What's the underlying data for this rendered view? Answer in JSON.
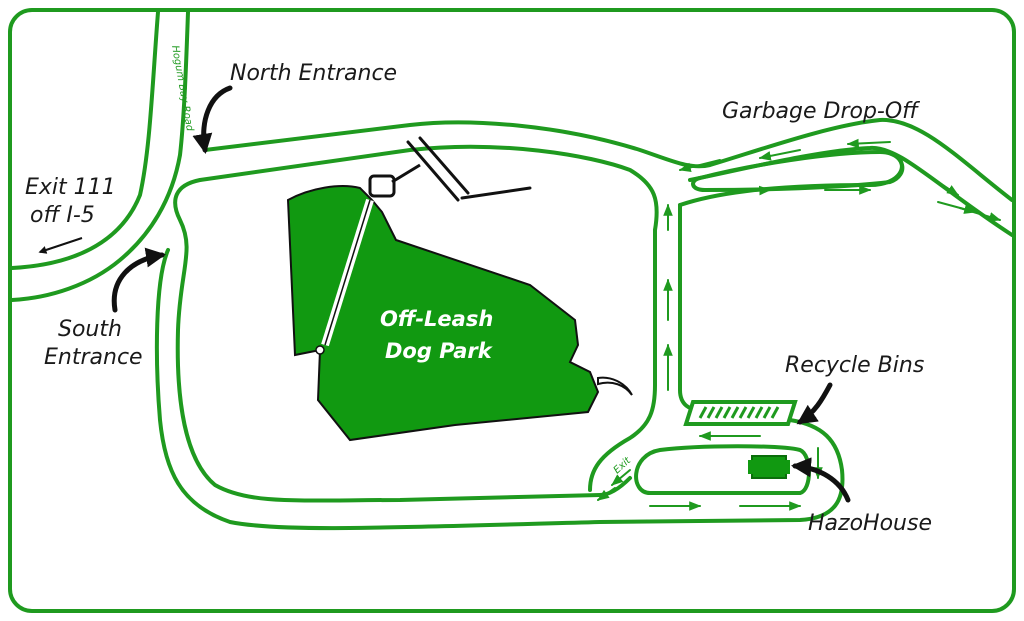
{
  "colors": {
    "road": "#1f9a1f",
    "park": "#119911",
    "text": "#1a1a1a",
    "callout": "#111111"
  },
  "labels": {
    "north_entrance": "North Entrance",
    "south_entrance_line1": "South",
    "south_entrance_line2": "Entrance",
    "exit_line1": "Exit 111",
    "exit_line2": "off I-5",
    "garbage": "Garbage Drop-Off",
    "recycle": "Recycle Bins",
    "hazohouse": "HazoHouse",
    "park_line1": "Off-Leash",
    "park_line2": "Dog Park",
    "road_name": "Hogum Bay Road",
    "exit_small": "Exit"
  },
  "icons": {
    "leash": "leash-icon",
    "hazohouse": "building-icon",
    "recycle": "recycle-bins-icon"
  }
}
